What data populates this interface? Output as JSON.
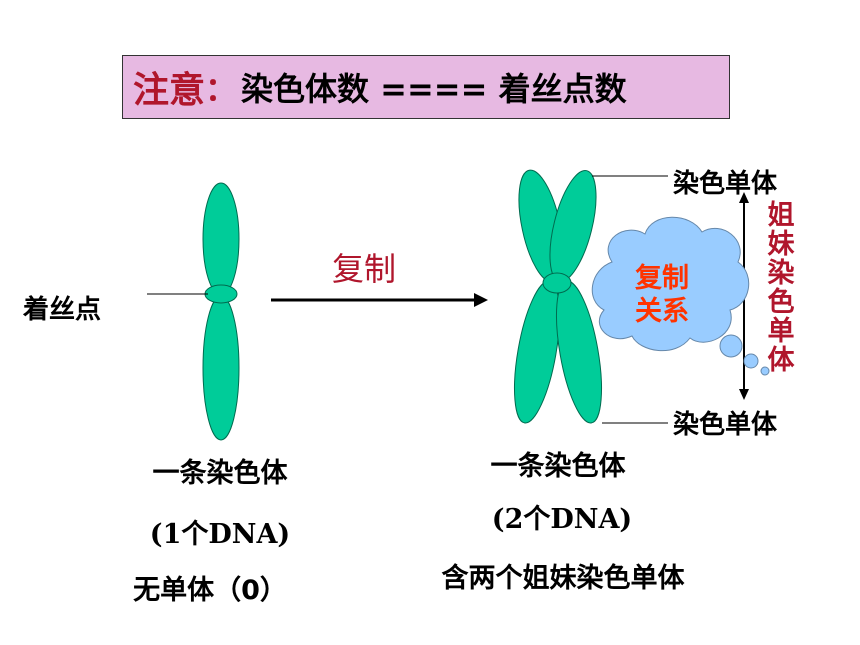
{
  "title": {
    "prefix": "注意",
    "separator": "：",
    "body": "染色体数 ==== 着丝点数"
  },
  "labels": {
    "centromere": "着丝点",
    "replication": "复制",
    "chromatid_top": "染色单体",
    "chromatid_bottom": "染色单体",
    "cloud_line1": "复制",
    "cloud_line2": "关系",
    "sister_chromatids": [
      "姐",
      "妹",
      "染",
      "色",
      "单",
      "体"
    ]
  },
  "left_caption": {
    "line1": "一条染色体",
    "line2": "(1个DNA)",
    "line3": "无单体（0）"
  },
  "right_caption": {
    "line1": "一条染色体",
    "line2": "(2个DNA)",
    "line3": "含两个姐妹染色单体"
  },
  "colors": {
    "chromosome_fill": "#00cc99",
    "chromosome_stroke": "#006b4f",
    "title_bg": "#e7b9e2",
    "accent_red": "#b0162c",
    "cloud_fill": "#99ccff",
    "cloud_text": "#ff3300",
    "arrow": "#000000"
  }
}
